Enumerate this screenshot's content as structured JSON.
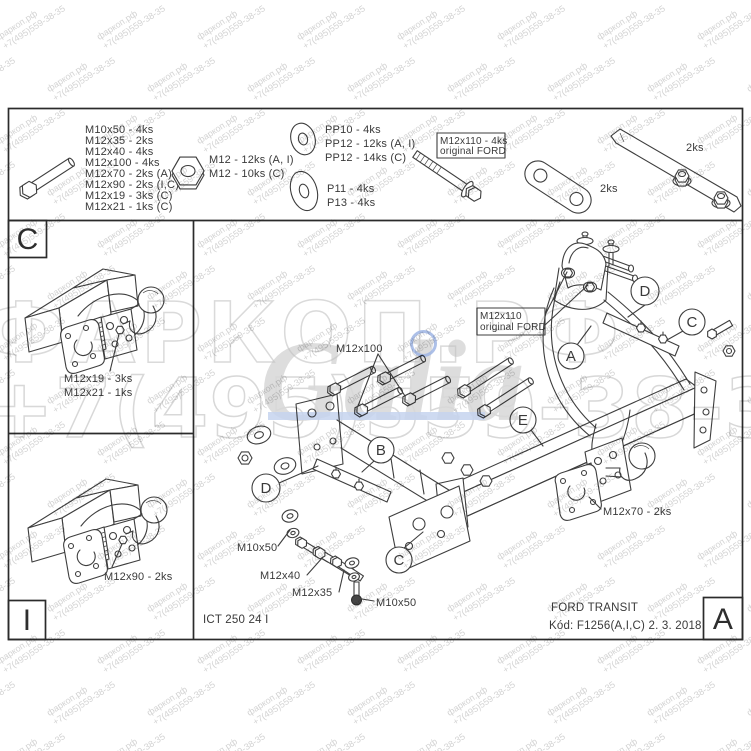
{
  "watermark": {
    "tile_line1": "фаркоп.рф",
    "tile_line2": "+7(495)559-38-35",
    "big_top": "ФАРКОП.РФ",
    "brand": "Galia",
    "big_phone": "+7(495)559-38-35"
  },
  "parts_list": {
    "bolt_sizes": [
      "M10x50 - 4ks",
      "M12x35 - 2ks",
      "M12x40 - 4ks",
      "M12x100 - 4ks",
      "M12x70 - 2ks (A)",
      "M12x90 - 2ks (I,C)",
      "M12x19 - 3ks (C)",
      "M12x21 - 1ks (C)"
    ],
    "nut_sizes": [
      "M12 - 12ks (A, I)",
      "M12 - 10ks (C)"
    ],
    "washer_small_sizes": [
      "PP10 - 4ks",
      "PP12 - 12ks (A, I)",
      "PP12 - 14ks (C)"
    ],
    "washer_large_sizes": [
      "P11 - 4ks",
      "P13 - 4ks"
    ],
    "ford_bolt": {
      "line1": "M12x110 - 4ks",
      "line2": "original FORD"
    },
    "link_plate_qty": "2ks",
    "strap_qty": "2ks"
  },
  "panel_c": {
    "tag": "C",
    "labels": [
      "M12x19 - 3ks",
      "M12x21 - 1ks"
    ]
  },
  "panel_i": {
    "tag": "I",
    "label": "M12x90 - 2ks"
  },
  "main": {
    "callouts": {
      "a": "A",
      "b": "B",
      "c": "C",
      "d": "D",
      "e": "E"
    },
    "labels": {
      "m12x100": "M12x100",
      "m12x110_line1": "M12x110",
      "m12x110_line2": "original FORD",
      "m10x50_left": "M10x50",
      "m12x40": "M12x40",
      "m12x35": "M12x35",
      "m10x50_bottom": "M10x50",
      "m12x70": "M12x70 - 2ks"
    },
    "doc_number": "ICT 250 24 I",
    "vehicle": "FORD TRANSIT",
    "code_line": "Kód: F1256(A,I,C)  2. 3. 2018",
    "sheet_tag": "A"
  }
}
